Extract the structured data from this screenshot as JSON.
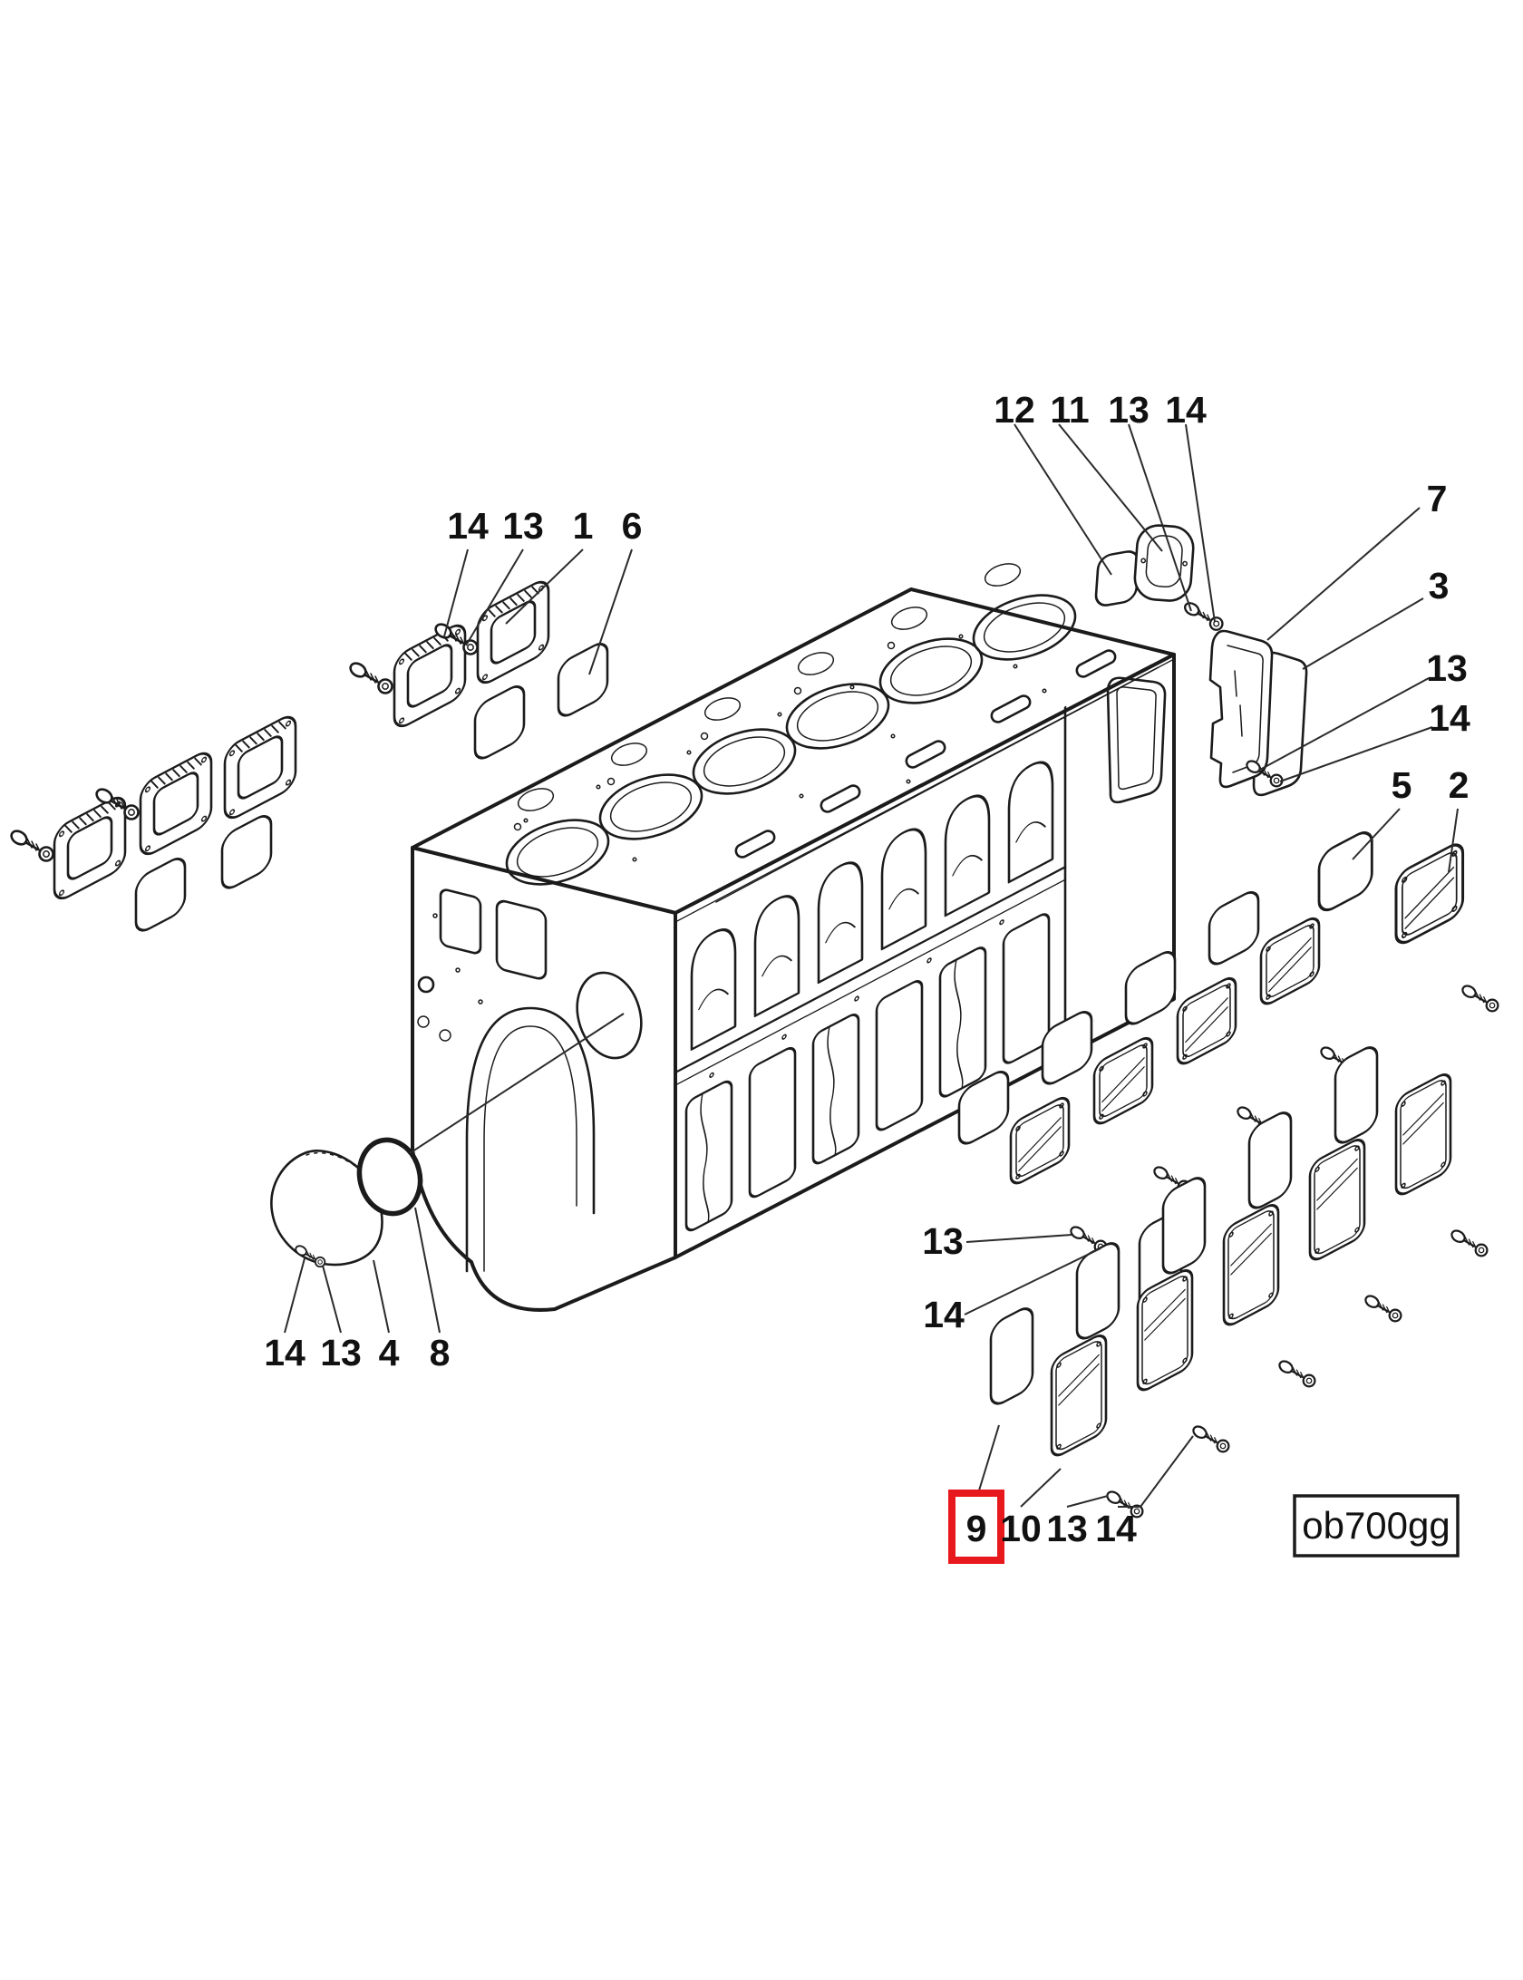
{
  "figure": {
    "code": "ob700gg"
  },
  "colors": {
    "line": "#1b1b1b",
    "highlight": "#e8191c",
    "background": "#ffffff"
  },
  "highlighted_part": "9",
  "callouts": {
    "top_left": [
      "14",
      "13",
      "1",
      "6"
    ],
    "top_center": [
      "12",
      "11",
      "13",
      "14"
    ],
    "right_end": [
      "7",
      "3",
      "13",
      "14"
    ],
    "right_top": [
      "5",
      "2"
    ],
    "mid_right": [
      "13",
      "14"
    ],
    "bottom_left": [
      "14",
      "13",
      "4",
      "8"
    ],
    "bottom_center": [
      "9",
      "10",
      "13",
      "14"
    ]
  }
}
